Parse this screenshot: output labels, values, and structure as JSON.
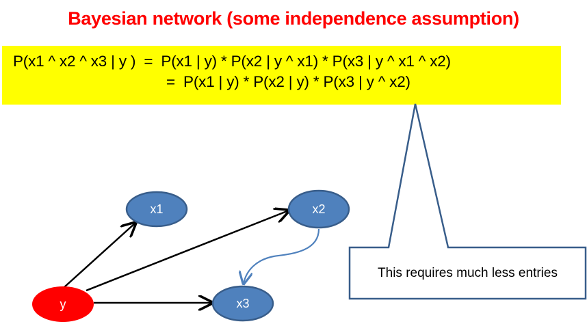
{
  "title": "Bayesian network (some independence assumption)",
  "formula": {
    "line1": "P(x1 ^ x2 ^ x3 | y )  =  P(x1 | y) * P(x2 | y ^ x1) * P(x3 | y ^ x1 ^ x2)",
    "line2": "=  P(x1 | y) * P(x2 | y) * P(x3 | y ^ x2)",
    "background_color": "#ffff00"
  },
  "diagram": {
    "nodes": [
      {
        "id": "y",
        "label": "y",
        "color": "#ff0000"
      },
      {
        "id": "x1",
        "label": "x1",
        "color": "#4f81bd"
      },
      {
        "id": "x2",
        "label": "x2",
        "color": "#4f81bd"
      },
      {
        "id": "x3",
        "label": "x3",
        "color": "#4f81bd"
      }
    ],
    "edges": [
      {
        "from": "y",
        "to": "x1",
        "color": "#000000"
      },
      {
        "from": "y",
        "to": "x2",
        "color": "#000000"
      },
      {
        "from": "y",
        "to": "x3",
        "color": "#000000"
      },
      {
        "from": "x2",
        "to": "x3",
        "color": "#4f81bd",
        "curved": true
      }
    ]
  },
  "callout": {
    "text": "This requires much less entries",
    "border_color": "#385d8a"
  }
}
